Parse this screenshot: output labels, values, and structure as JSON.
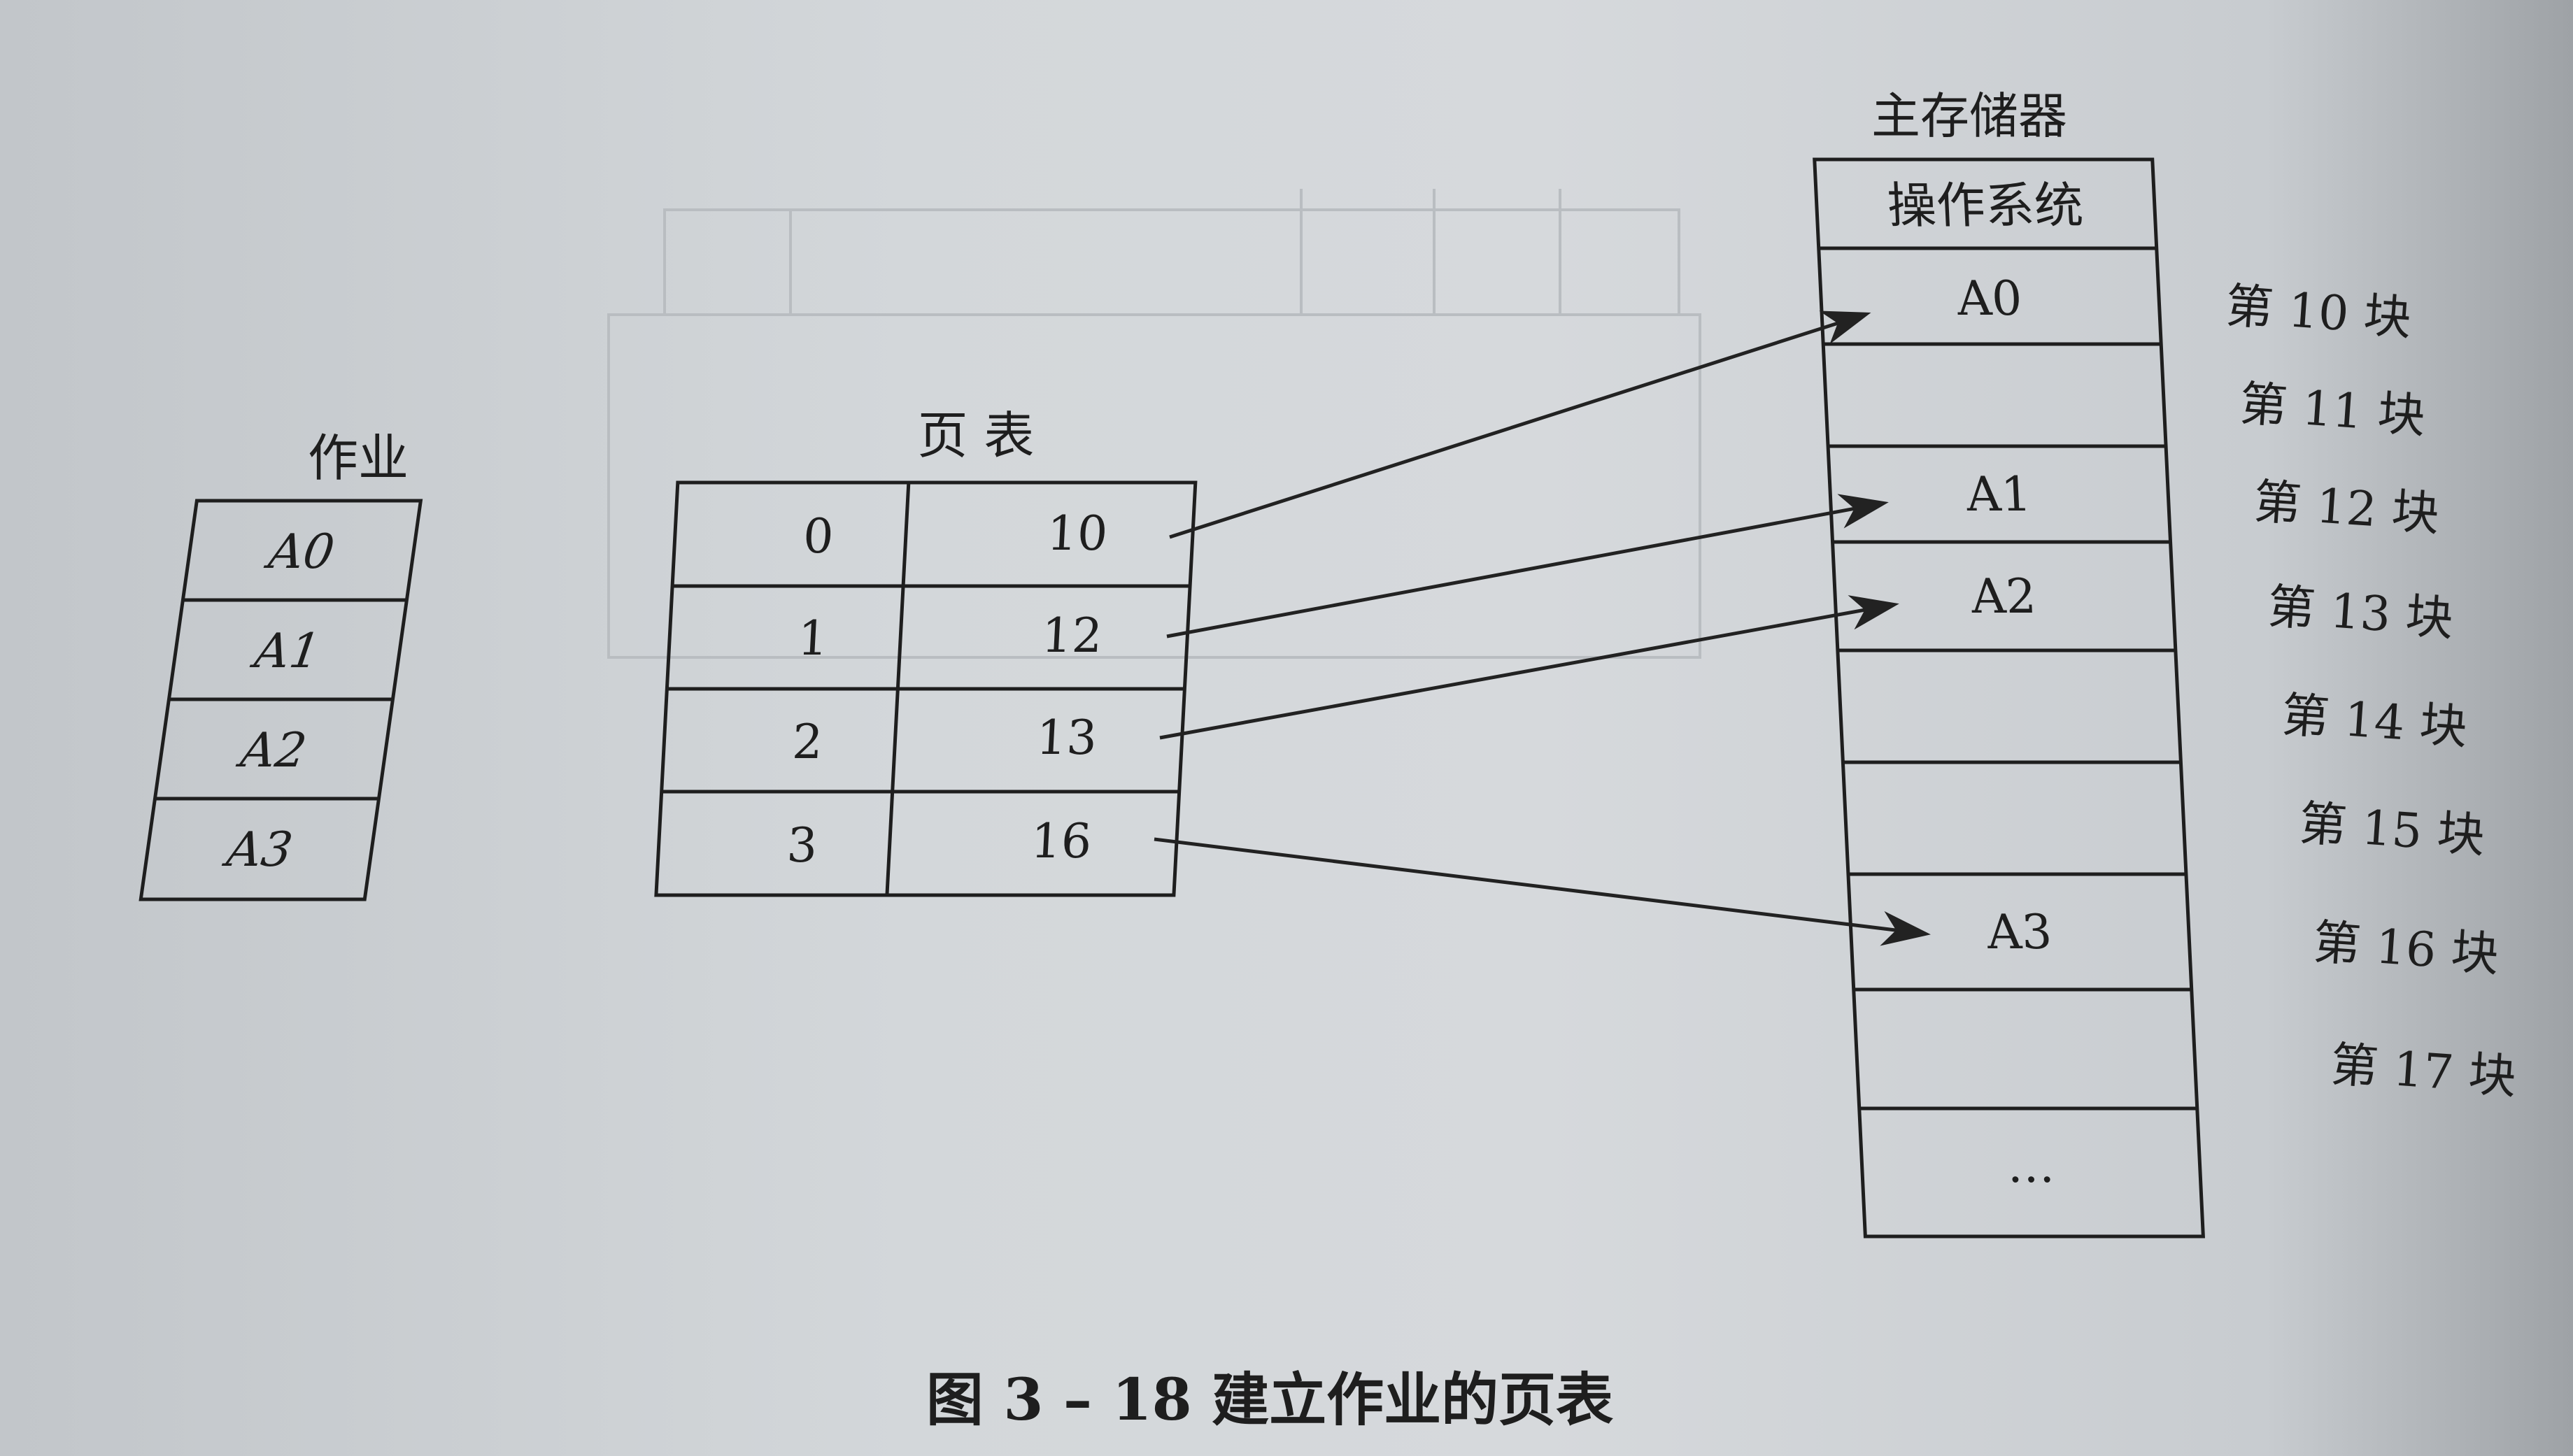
{
  "job": {
    "title": "作业",
    "pages": [
      "A0",
      "A1",
      "A2",
      "A3"
    ]
  },
  "page_table": {
    "title": "页 表",
    "rows": [
      {
        "page": "0",
        "block": "10"
      },
      {
        "page": "1",
        "block": "12"
      },
      {
        "page": "2",
        "block": "13"
      },
      {
        "page": "3",
        "block": "16"
      }
    ]
  },
  "memory": {
    "title": "主存储器",
    "os_label": "操作系统",
    "blocks": [
      {
        "content": "A0",
        "label": "第 10 块"
      },
      {
        "content": "",
        "label": "第 11 块"
      },
      {
        "content": "A1",
        "label": "第 12 块"
      },
      {
        "content": "A2",
        "label": "第 13 块"
      },
      {
        "content": "",
        "label": "第 14 块"
      },
      {
        "content": "",
        "label": "第 15 块"
      },
      {
        "content": "A3",
        "label": "第 16 块"
      },
      {
        "content": "",
        "label": "第 17 块"
      }
    ],
    "ellipsis": "…"
  },
  "caption": "图 3 – 18 建立作业的页表",
  "colors": {
    "ink": "#1e1e1e",
    "paper": "#d3d7da"
  }
}
